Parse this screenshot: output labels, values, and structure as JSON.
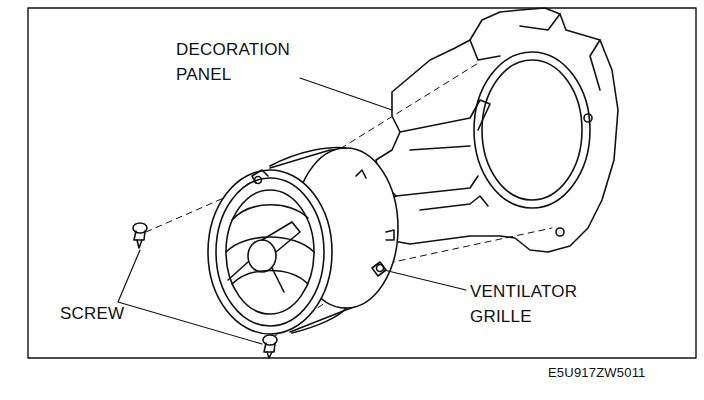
{
  "diagram": {
    "labels": [
      "DECORATION PANEL",
      "SCREW",
      "VENTILATOR GRILLE",
      "E5U917ZW5011"
    ]
  }
}
